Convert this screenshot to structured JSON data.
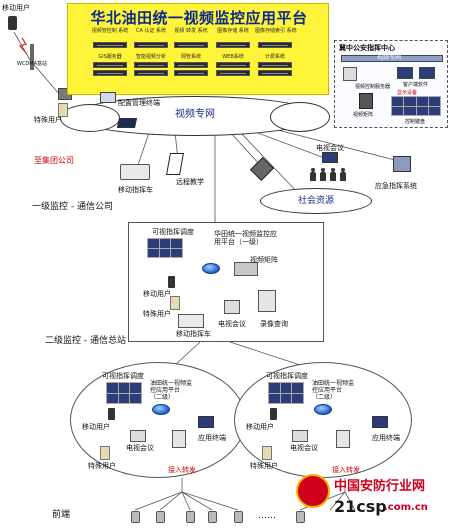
{
  "title": "华北油田统一视频监控应用平台",
  "top": {
    "mobile_user": "移动用户",
    "wcdma": "WCDMA基站",
    "mobile_label": "移动",
    "servers_row1": [
      "视频管控制\n系统",
      "CA 认证\n系统",
      "视频 转发\n系统",
      "图像存储\n系统",
      "图像存储索引\n系统"
    ],
    "servers_row2": [
      "GIS服务器",
      "智能视频分析",
      "网管系统",
      "WEB系统",
      "计费系统"
    ],
    "config_terminal": "配置管理终端",
    "special_user": "特殊用户",
    "video_network": "视频专网",
    "to_group": "至集团公司"
  },
  "gongan": {
    "title": "冀中公安指挥中心",
    "network": "视频专网",
    "control_server": "视频控制服务器",
    "matrix": "视频矩阵",
    "client": "客户端软件",
    "display": "显示设备",
    "control_keyboard": "控制键盘"
  },
  "upper_devices": {
    "mobile_cmd": "移动指挥车",
    "remote_teaching": "远程教学",
    "tv_conf": "电视会议",
    "emergency": "应急指挥系统",
    "social": "社会资源"
  },
  "level1": {
    "label": "一级监控 - 通信公司",
    "visual_dispatch": "可视指挥调度",
    "platform": "华田统一视频监控应\n用平台（一级）",
    "matrix": "视频矩阵",
    "mobile_user": "移动用户",
    "special_user": "特殊用户",
    "mobile_cmd": "移动指挥车",
    "tv_conf": "电视会议",
    "record": "录像查询"
  },
  "level2": {
    "label": "二级监控 - 通信总站",
    "left": {
      "visual_dispatch": "可视指挥调度",
      "platform": "油田统一视频监\n控应用平台\n（二级）",
      "mobile_user": "移动用户",
      "tv_conf": "电视会议",
      "app_terminal": "应用终端",
      "special_user": "特殊用户",
      "access": "接入转发"
    },
    "right": {
      "visual_dispatch": "可视指挥调度",
      "platform": "油田统一视频监\n控应用平台\n（二级）",
      "mobile_user": "移动用户",
      "tv_conf": "电视会议",
      "app_terminal": "应用终端",
      "special_user": "特殊用户",
      "access": "接入转发"
    }
  },
  "frontend": {
    "label": "前端",
    "dots": "……"
  },
  "brand": {
    "name": "中国安防行业网",
    "url": "21csp.com.cn",
    "url_big": "21csp",
    "url_small": ".com.cn"
  },
  "colors": {
    "platform_bg": "#fff43a",
    "title_blue": "#0c2a8a",
    "brand_red": "#d0001b"
  }
}
